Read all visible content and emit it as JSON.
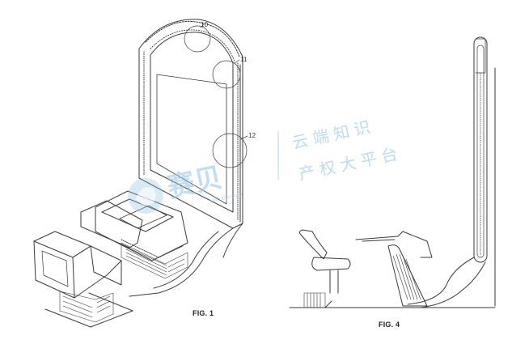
{
  "figures": {
    "fig1_label": "FIG. 1",
    "fig4_label": "FIG. 4"
  },
  "reference_numerals": {
    "r10": "10",
    "r11": "11",
    "r12": "12"
  },
  "watermark": {
    "brand": "赛贝",
    "line1": "云端知识",
    "line2": "产权大平台",
    "url": "saibeip.com",
    "color": "#96c3e1"
  }
}
